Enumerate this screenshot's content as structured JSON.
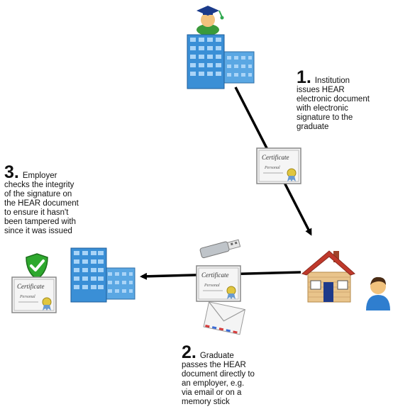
{
  "steps": [
    {
      "number": "1.",
      "lines": [
        "Institution",
        "issues HEAR",
        "electronic document",
        "with electronic",
        "signature to the",
        "graduate"
      ]
    },
    {
      "number": "2.",
      "lines": [
        "Graduate",
        "passes the HEAR",
        "document directly to",
        "an employer, e.g.",
        "via email or on a",
        "memory stick"
      ]
    },
    {
      "number": "3.",
      "lines": [
        "Employer",
        "checks the integrity",
        "of the signature on",
        "the HEAR document",
        "to ensure it hasn't",
        "been tampered with",
        "since it was issued"
      ]
    }
  ],
  "certificate": {
    "title": "Certificate",
    "subtitle": "Personal"
  },
  "icons": [
    "graduate-icon",
    "building-icon",
    "house-icon",
    "person-icon",
    "usb-stick-icon",
    "envelope-icon",
    "shield-check-icon"
  ],
  "colors": {
    "arrow": "#000000",
    "building": "#3a8fd6",
    "shield": "#2ea82e",
    "roof": "#c0392b"
  }
}
